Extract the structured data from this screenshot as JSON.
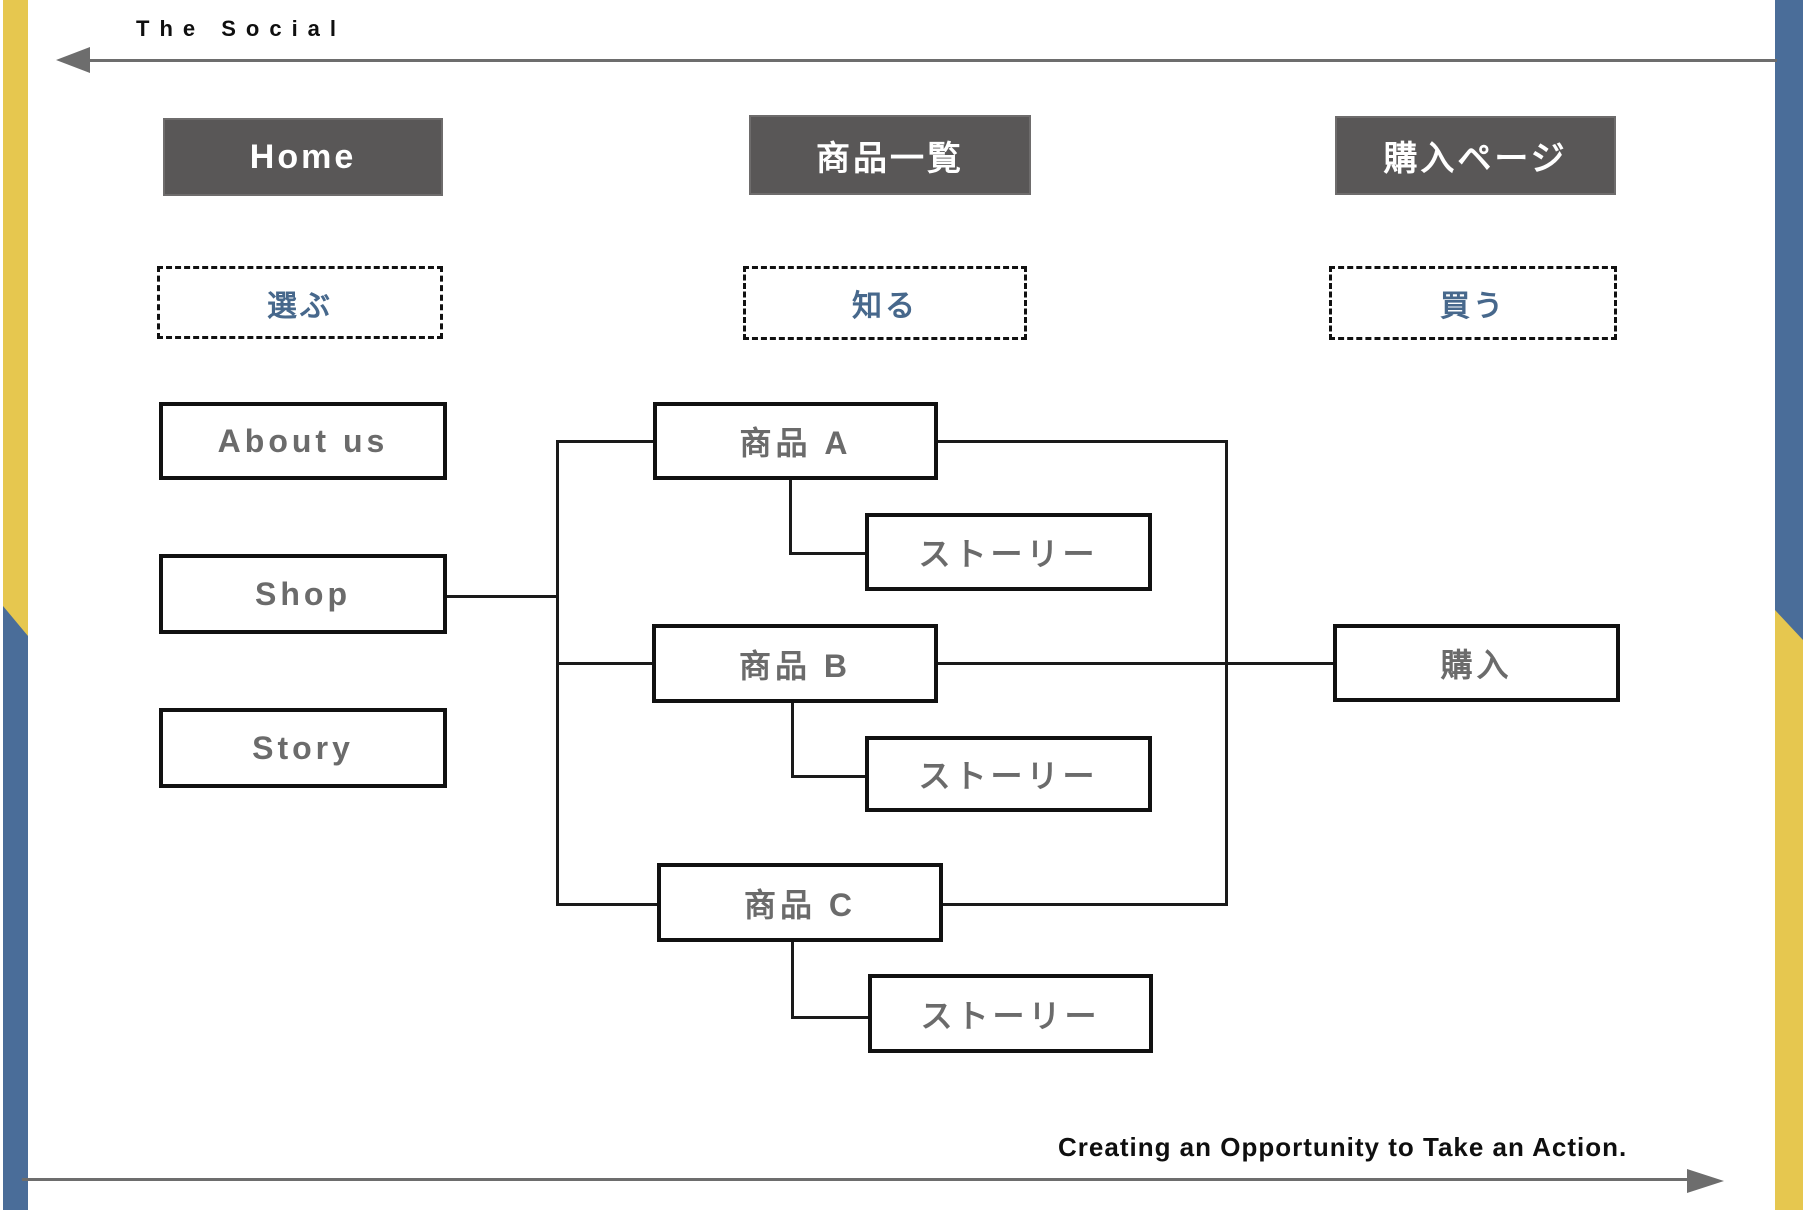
{
  "title_arrow": {
    "label": "The Social"
  },
  "footer_arrow": {
    "label": "Creating an Opportunity to Take an Action."
  },
  "columns": [
    {
      "header": "Home",
      "action": "選ぶ"
    },
    {
      "header": "商品一覧",
      "action": "知る"
    },
    {
      "header": "購入ページ",
      "action": "買う"
    }
  ],
  "home_nodes": [
    {
      "label": "About us"
    },
    {
      "label": "Shop"
    },
    {
      "label": "Story"
    }
  ],
  "product_nodes": [
    {
      "label": "商品 A",
      "story": "ストーリー"
    },
    {
      "label": "商品 B",
      "story": "ストーリー"
    },
    {
      "label": "商品 C",
      "story": "ストーリー"
    }
  ],
  "purchase_node": {
    "label": "購入"
  },
  "colors": {
    "accent_yellow": "#e6c74f",
    "accent_blue": "#4a6d99",
    "dark_box_fill": "#595757",
    "node_text_gray": "#6b6b6b",
    "action_text_blue": "#47688c",
    "connector_black": "#1a1a1a",
    "arrow_gray": "#6d6d6d"
  }
}
